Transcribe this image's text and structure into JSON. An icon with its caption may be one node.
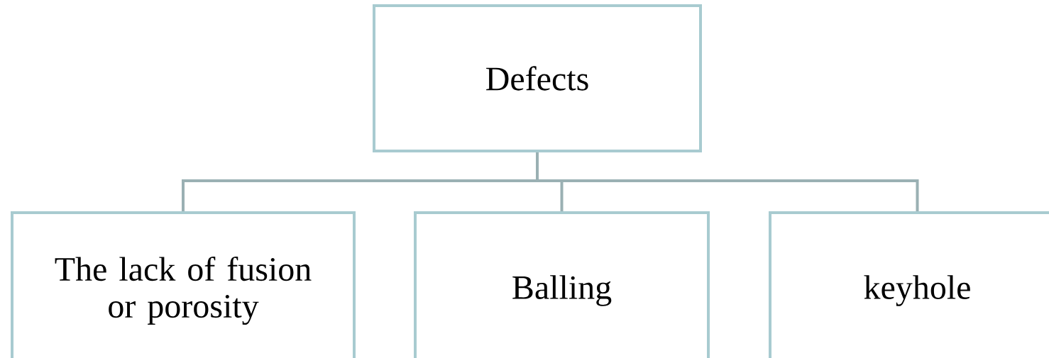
{
  "diagram": {
    "nodes": [
      {
        "text": [
          "Defects"
        ]
      },
      {
        "text": [
          "The lack of fusion or porosity"
        ]
      },
      {
        "text": [
          "Balling"
        ]
      },
      {
        "text": [
          "keyhole"
        ]
      }
    ],
    "edges": [
      {
        "from": 0,
        "to": 1,
        "arrow": "none"
      },
      {
        "from": 0,
        "to": 2,
        "arrow": "none"
      },
      {
        "from": 0,
        "to": 3,
        "arrow": "none"
      }
    ]
  }
}
